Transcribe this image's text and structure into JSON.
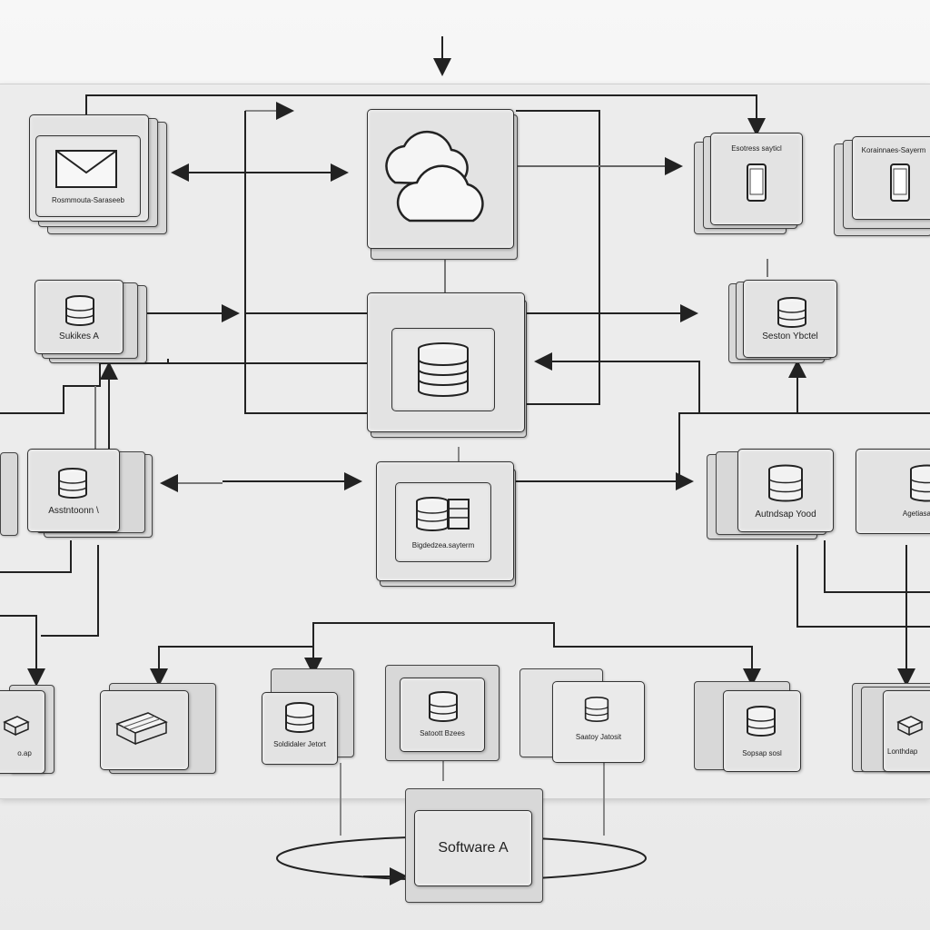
{
  "diagram": {
    "nodes": {
      "mail": {
        "label": "Rosmmouta-Saraseeb",
        "icon": "envelope-icon"
      },
      "cloud": {
        "label": "",
        "icon": "cloud-icon"
      },
      "top_right_1": {
        "label": "Esotress sayticl",
        "icon": "phone-icon"
      },
      "top_right_2": {
        "label": "Korainnaes-Sayerm",
        "icon": "phone-icon"
      },
      "left_db_1": {
        "label": "Sukikes A",
        "icon": "database-icon"
      },
      "center_db": {
        "label": "",
        "icon": "database-icon"
      },
      "right_db_1": {
        "label": "Seston Ybctel",
        "icon": "database-icon"
      },
      "left_db_2": {
        "label": "Asstntoonn \\",
        "icon": "database-icon"
      },
      "center_system": {
        "label": "Bigdedzea.sayterm",
        "icon": "database-icon"
      },
      "right_db_2": {
        "label": "Autndsap Yood",
        "icon": "database-icon"
      },
      "right_db_3": {
        "label": "Agetiasa",
        "icon": "database-icon"
      },
      "bottom_1": {
        "label": "o.ap",
        "icon": "server-rack-icon"
      },
      "bottom_2": {
        "label": "",
        "icon": "server-rack-icon"
      },
      "bottom_3": {
        "label": "Soldidaler Jetort",
        "icon": "database-icon"
      },
      "bottom_4": {
        "label": "Satoott Bzees",
        "icon": "database-icon"
      },
      "bottom_5": {
        "label": "Saatoy Jatosit",
        "icon": "database-icon"
      },
      "bottom_6": {
        "label": "Sopsap sosl",
        "icon": "database-icon"
      },
      "bottom_7": {
        "label": "Lonthdap",
        "icon": "server-rack-icon"
      },
      "software": {
        "label": "Software A",
        "icon": ""
      }
    }
  }
}
